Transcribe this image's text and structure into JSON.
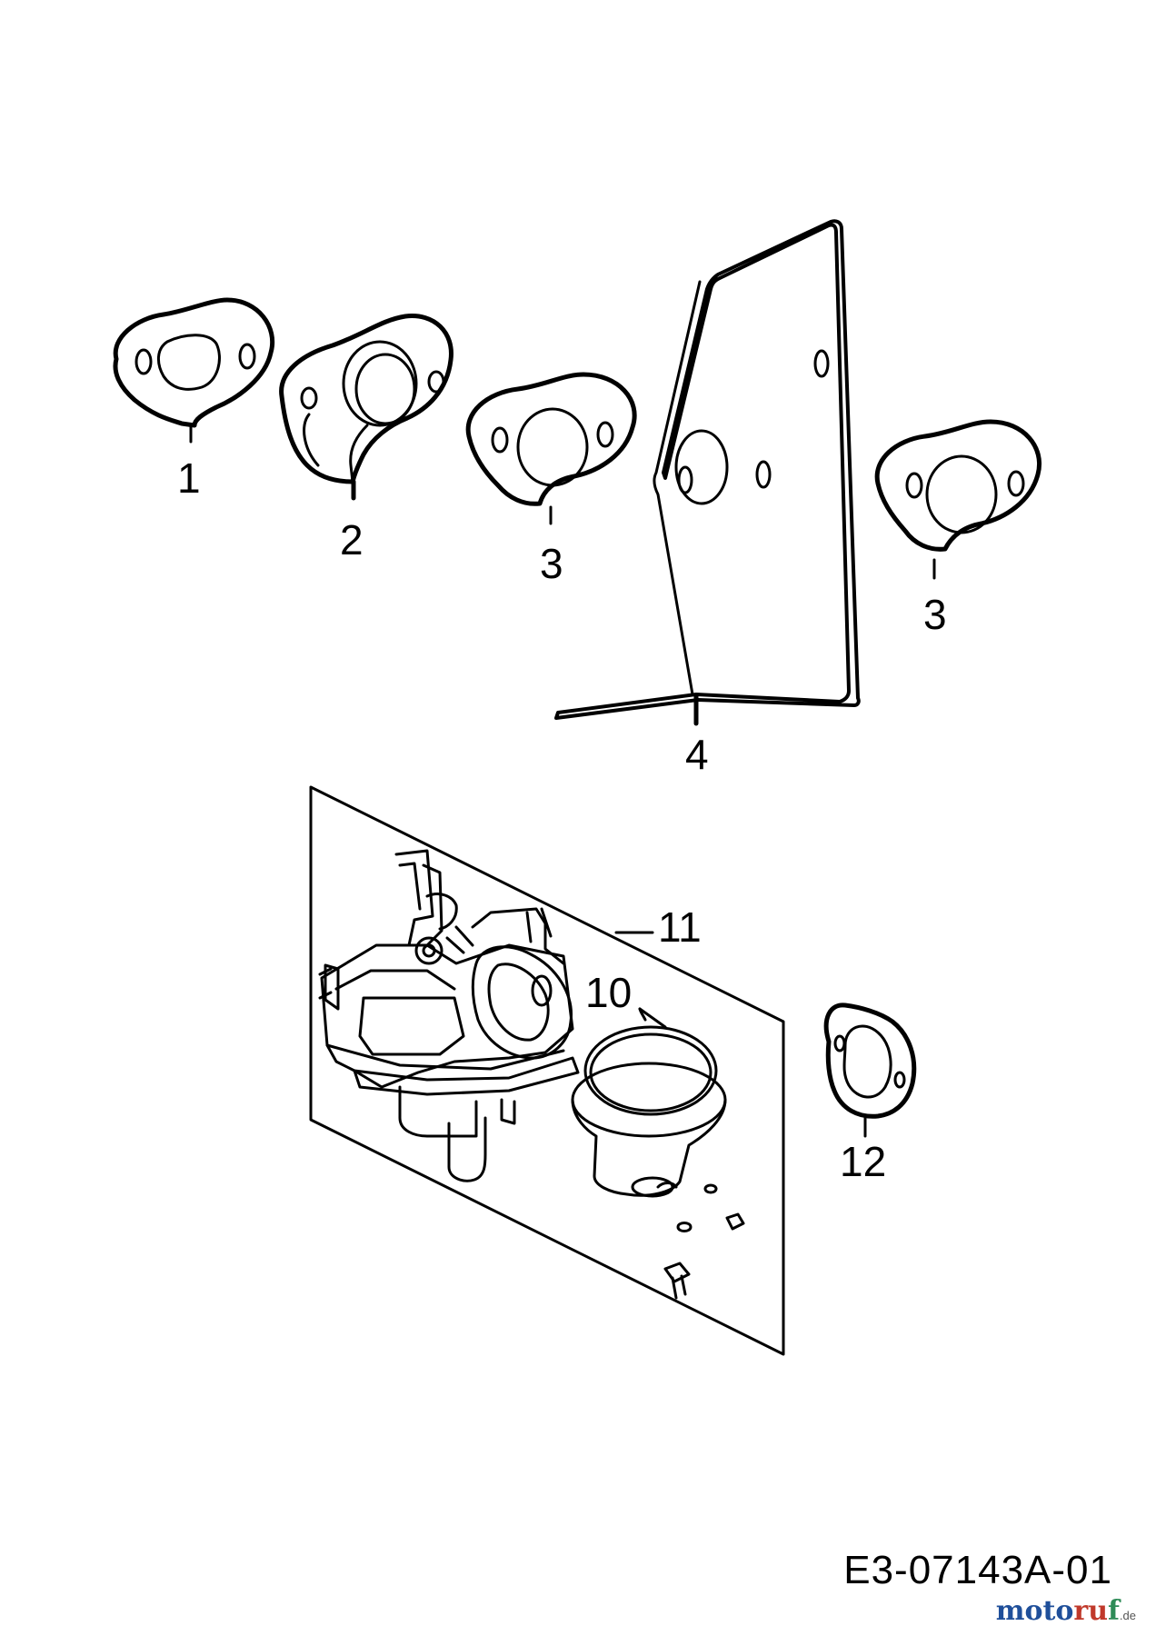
{
  "callouts": {
    "item_1": "1",
    "item_2": "2",
    "item_3a": "3",
    "item_3b": "3",
    "item_4": "4",
    "item_10": "10",
    "item_11": "11",
    "item_12": "12"
  },
  "drawing_code": "E3-07143A-01",
  "watermark": {
    "text": "motoruf",
    "tld": ".de"
  }
}
